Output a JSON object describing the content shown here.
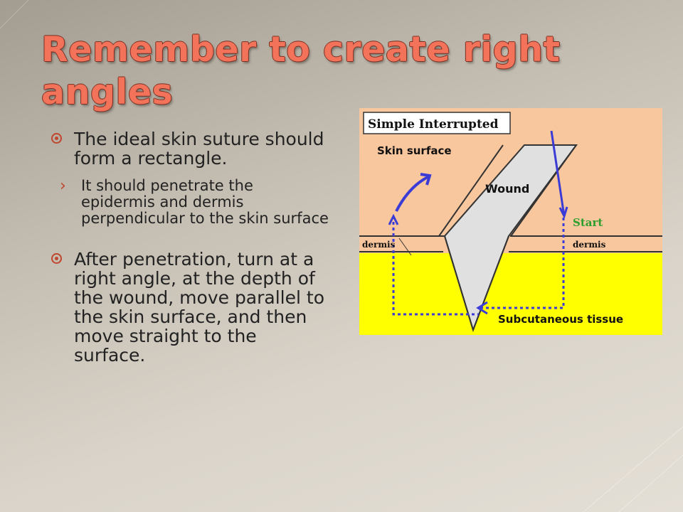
{
  "slide": {
    "title": "Remember to create right angles",
    "bullets": [
      {
        "text": "The ideal skin suture should form a rectangle.",
        "sub": [
          "It should penetrate the epidermis and dermis perpendicular to the skin surface"
        ]
      },
      {
        "text": "After penetration, turn at a right angle, at the depth of the wound, move parallel to the skin surface, and then move straight to the surface.",
        "sub": []
      }
    ]
  },
  "figure": {
    "title": "Simple Interrupted",
    "skin_surface": "Skin surface",
    "wound": "Wound",
    "start": "Start",
    "dermis_left": "dermis",
    "dermis_right": "dermis",
    "subcutaneous": "Subcutaneous tissue",
    "colors": {
      "skin": "#f9c79e",
      "subcutaneous": "#ffff00",
      "wound": "#e0e0e0",
      "suture": "#3b3bd6",
      "start": "#2e9e2e",
      "title_accent": "#f2735a"
    }
  }
}
